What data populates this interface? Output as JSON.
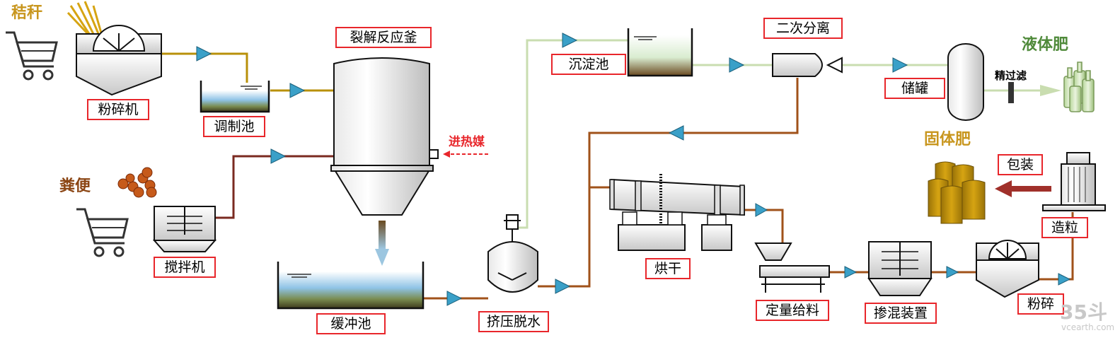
{
  "inputs": {
    "straw": "秸秆",
    "manure": "粪便"
  },
  "products": {
    "liquid_fertilizer": "液体肥",
    "solid_fertilizer": "固体肥"
  },
  "equipment": {
    "crusher": "粉碎机",
    "conditioning_tank": "调制池",
    "cracking_reactor": "裂解反应釜",
    "mixer": "搅拌机",
    "buffer_tank": "缓冲池",
    "press_dewatering": "挤压脱水",
    "settling_tank": "沉淀池",
    "secondary_separation": "二次分离",
    "storage_tank": "储罐",
    "dryer": "烘干",
    "quantitative_feeding": "定量给料",
    "blending_device": "掺混装置",
    "grinding": "粉碎",
    "granulation": "造粒",
    "packaging": "包装"
  },
  "annotations": {
    "heat_medium_in": "进热媒",
    "fine_filtration": "精过滤"
  },
  "watermark": {
    "logo": "35斗",
    "url": "vcearth.com"
  },
  "colors": {
    "label_border": "#e8262b",
    "straw_pipe": "#b8900a",
    "manure_pipe": "#7a2a20",
    "solids_pipe": "#a0521a",
    "liquid_pipe": "#c9ddb0",
    "arrow_fill": "#3aa0c8",
    "straw_text": "#c8961e",
    "manure_text": "#8b4513",
    "liquid_text": "#4f8a3a",
    "solid_text": "#c8961e"
  }
}
